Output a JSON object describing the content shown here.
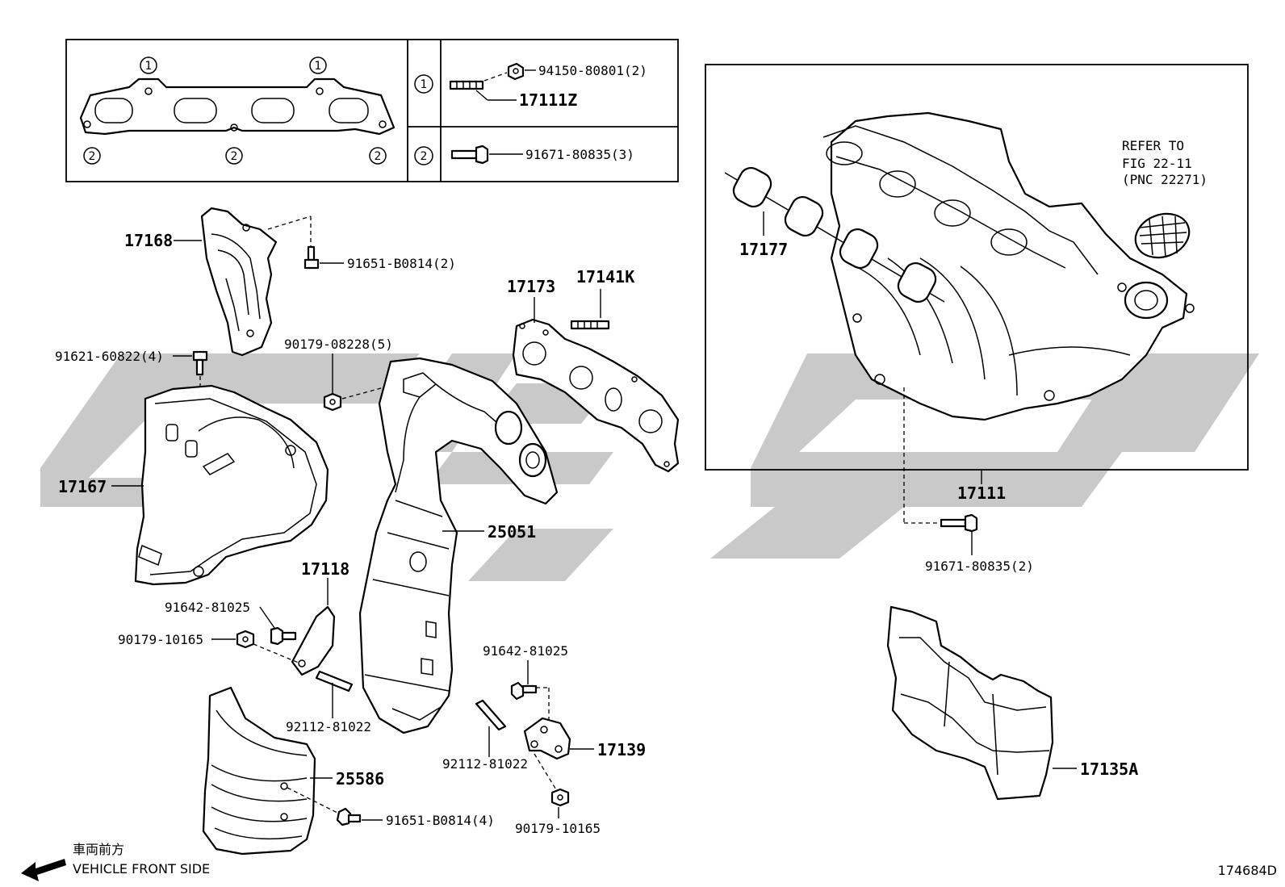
{
  "title": "",
  "diagram_code": "174684D",
  "legend_table": {
    "row1": {
      "marker": "1",
      "parts": [
        "94150-80801(2)",
        "17111Z"
      ]
    },
    "row2": {
      "marker": "2",
      "parts": [
        "91671-80835(3)"
      ]
    }
  },
  "gasket_markers": {
    "one": "1",
    "two": "2"
  },
  "callouts": {
    "p17168": "17168",
    "p91651a": "91651-B0814(2)",
    "p17173": "17173",
    "p17141K": "17141K",
    "p91621": "91621-60822(4)",
    "p90179a": "90179-08228(5)",
    "p17167": "17167",
    "p25051": "25051",
    "p17118": "17118",
    "p91642a": "91642-81025",
    "p90179b": "90179-10165",
    "p92112a": "92112-81022",
    "p91642b": "91642-81025",
    "p17139": "17139",
    "p92112b": "92112-81022",
    "p25586": "25586",
    "p91651b": "91651-B0814(4)",
    "p90179c": "90179-10165",
    "p17177": "17177",
    "p17111": "17111",
    "p91671": "91671-80835(2)",
    "p17135A": "17135A"
  },
  "refer_note": {
    "line1": "REFER TO",
    "line2": "FIG 22-11",
    "line3": "(PNC 22271)"
  },
  "front_note": {
    "japanese": "車両前方",
    "english": "VEHICLE FRONT SIDE"
  },
  "icons": [
    "front-arrow-icon",
    "watermark-logo"
  ]
}
